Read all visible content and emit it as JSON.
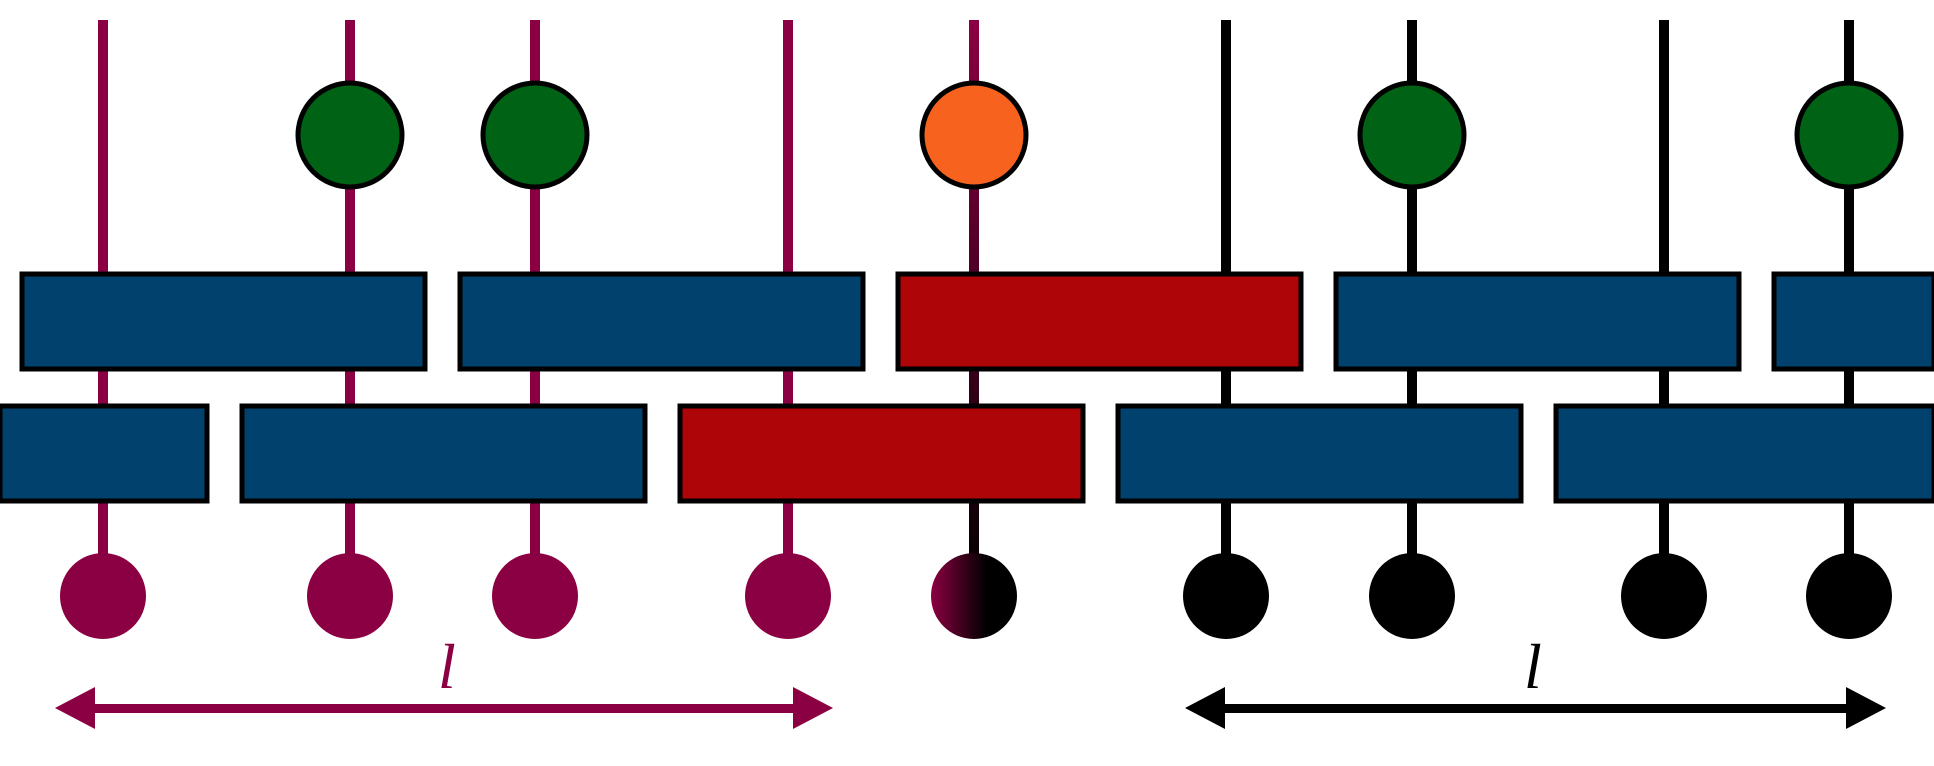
{
  "colors": {
    "magenta": "#8b0042",
    "black": "#000000",
    "blue": "#00416d",
    "red": "#ad0508",
    "green": "#006214",
    "orange": "#f7631e"
  },
  "wires": [
    {
      "id": 1,
      "color": "magenta",
      "top_node": null,
      "bottom_node": "magenta"
    },
    {
      "id": 2,
      "color": "magenta",
      "top_node": "green",
      "bottom_node": "magenta"
    },
    {
      "id": 3,
      "color": "magenta",
      "top_node": "green",
      "bottom_node": "magenta"
    },
    {
      "id": 4,
      "color": "magenta",
      "top_node": null,
      "bottom_node": "magenta"
    },
    {
      "id": 5,
      "color": "gradient",
      "top_node": "orange",
      "bottom_node": "gradient"
    },
    {
      "id": 6,
      "color": "black",
      "top_node": null,
      "bottom_node": "black"
    },
    {
      "id": 7,
      "color": "black",
      "top_node": "green",
      "bottom_node": "black"
    },
    {
      "id": 8,
      "color": "black",
      "top_node": null,
      "bottom_node": "black"
    },
    {
      "id": 9,
      "color": "black",
      "top_node": "green",
      "bottom_node": "black"
    }
  ],
  "gate_rows": [
    {
      "row": "upper",
      "blocks": [
        "blue",
        "blue",
        "red",
        "blue",
        "blue"
      ]
    },
    {
      "row": "lower",
      "blocks": [
        "blue",
        "blue",
        "red",
        "blue",
        "blue"
      ]
    }
  ],
  "arrows": [
    {
      "side": "left",
      "color": "magenta",
      "label": "l"
    },
    {
      "side": "right",
      "color": "black",
      "label": "l"
    }
  ]
}
